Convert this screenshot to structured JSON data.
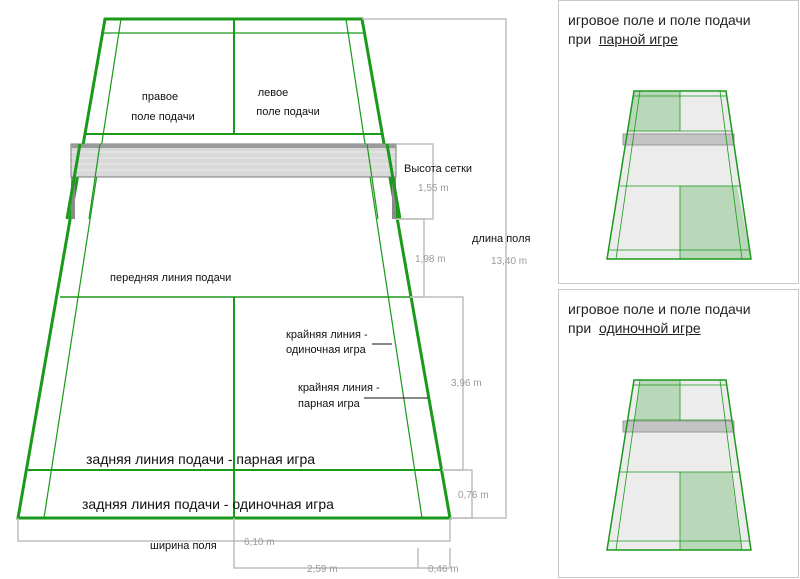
{
  "court_labels": {
    "right_service_1": "правое",
    "right_service_2": "поле подачи",
    "left_service_1": "левое",
    "left_service_2": "поле подачи",
    "net_height": "Высота сетки",
    "front_service_line": "передняя линия подачи",
    "side_single_1": "крайняя линия -",
    "side_single_2": "одиночная игра",
    "side_double_1": "крайняя линия -",
    "side_double_2": "парная игра",
    "back_service_double": "задняя линия подачи - парная игра",
    "back_service_single": "задняя линия подачи - одиночная игра",
    "court_length": "длина поля",
    "court_width": "ширина поля"
  },
  "dimensions": {
    "net_height": "1,55 m",
    "net_to_front_line": "1,98 m",
    "court_length": "13,40 m",
    "service_depth": "3,96 m",
    "back_gap": "0,76 m",
    "court_width": "6,10 m",
    "half_single": "2,59 m",
    "side_gap": "0,46 m"
  },
  "panels": {
    "doubles_title_line1": "игровое поле и поле подачи",
    "doubles_title_prefix": "при",
    "doubles_title_underlined": "парной игре",
    "singles_title_line1": "игровое поле и поле подачи",
    "singles_title_prefix": "при",
    "singles_title_underlined": "одиночной игре"
  },
  "colors": {
    "court_line": "#1a9a1a",
    "dimension_line": "#bdbdbd",
    "net_fill": "#c8c8c8",
    "panel_surface": "#ebebeb",
    "highlight": "#b7d6b7"
  }
}
